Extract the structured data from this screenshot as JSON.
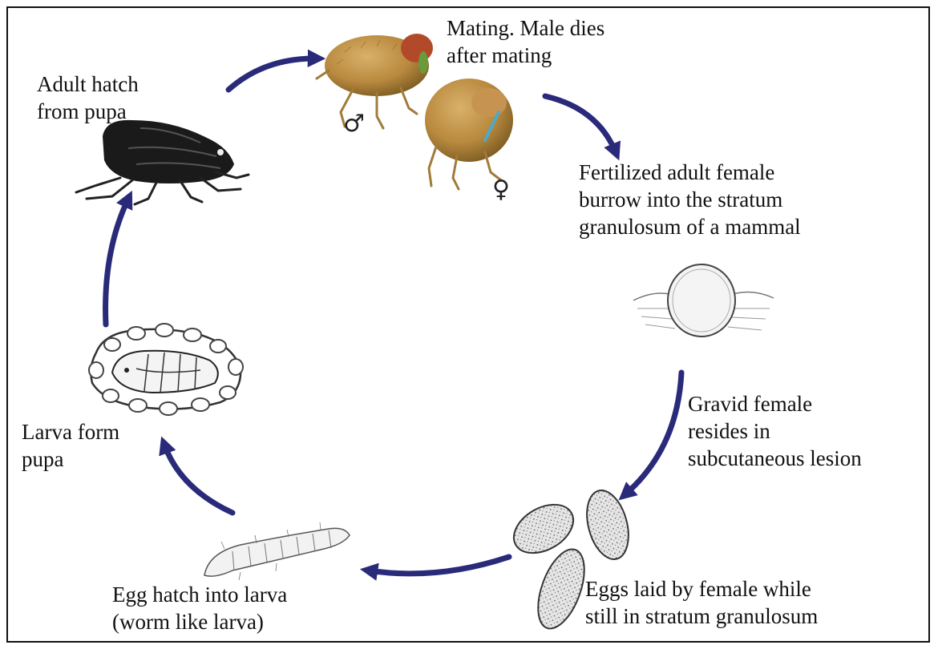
{
  "diagram": {
    "stages": [
      {
        "id": "mating",
        "lines": [
          "Mating. Male dies",
          "after mating"
        ]
      },
      {
        "id": "burrow",
        "lines": [
          "Fertilized  adult female",
          "burrow  into the stratum",
          "granulosum   of a mammal"
        ]
      },
      {
        "id": "gravid",
        "lines": [
          "Gravid female",
          "resides in",
          "subcutaneous lesion"
        ]
      },
      {
        "id": "eggs",
        "lines": [
          "Eggs laid by female  while",
          "still in stratum granulosum"
        ]
      },
      {
        "id": "larva",
        "lines": [
          "Egg hatch into larva",
          "(worm like larva)"
        ]
      },
      {
        "id": "pupa",
        "lines": [
          "Larva form",
          "pupa"
        ]
      },
      {
        "id": "adult",
        "lines": [
          "Adult hatch",
          "from pupa"
        ]
      }
    ],
    "symbols": {
      "male": "♂",
      "female": "♀"
    },
    "colors": {
      "arrow": "#2a2a7a",
      "text": "#111111",
      "flea_body": "#b8893e",
      "flea_dark": "#7a5a22"
    }
  }
}
